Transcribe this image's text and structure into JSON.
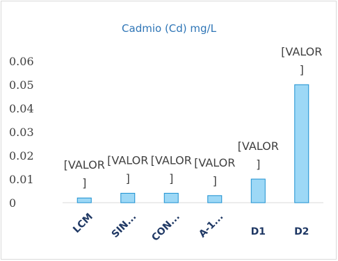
{
  "chart_data": {
    "type": "bar",
    "title": "Cadmio (Cd) mg/L",
    "categories": [
      "LCM",
      "SIN...",
      "CON...",
      "A-1...",
      "D1",
      "D2"
    ],
    "values": [
      0.002,
      0.004,
      0.004,
      0.003,
      0.01,
      0.05
    ],
    "data_label_lines": [
      "[VALOR",
      "]"
    ],
    "ylim": [
      0,
      0.06
    ],
    "yticks": [
      "0",
      "0.01",
      "0.02",
      "0.03",
      "0.04",
      "0.05",
      "0.06"
    ],
    "xlabel": "",
    "ylabel": "",
    "grid": false,
    "legend": "none",
    "colors": {
      "bar_fill": "#9dd8f6",
      "bar_stroke": "#1a8fd0",
      "title": "#2e75b6",
      "tick_label": "#404040",
      "category_label": "#1f3864"
    }
  }
}
